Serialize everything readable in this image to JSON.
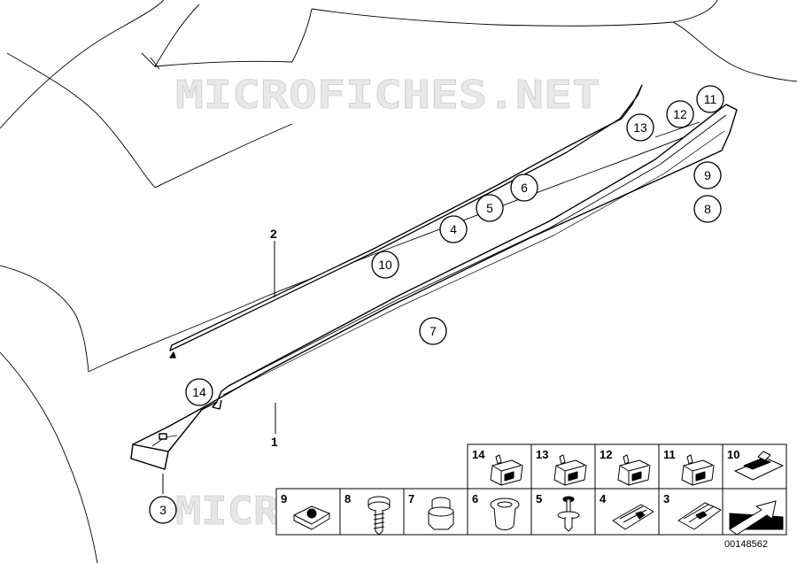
{
  "watermark": "MICROFICHES.NET",
  "diagram_id": "00148562",
  "main_callouts": {
    "c1": "1",
    "c2": "2",
    "c3": "3",
    "c4": "4",
    "c5": "5",
    "c6": "6",
    "c7": "7",
    "c8": "8",
    "c9": "9",
    "c10": "10",
    "c11": "11",
    "c12": "12",
    "c13": "13",
    "c14": "14"
  },
  "legend": {
    "top_row": [
      "14",
      "13",
      "12",
      "11",
      "10"
    ],
    "bottom_row": [
      "9",
      "8",
      "7",
      "6",
      "5",
      "4",
      "3"
    ]
  },
  "icons": {
    "clip": "clip-icon",
    "plug": "plug-icon",
    "nut": "nut-icon",
    "screw": "screw-icon",
    "grommet": "grommet-icon",
    "rivet": "rivet-icon",
    "bracket": "bracket-icon",
    "nav_arrow": "arrow-icon"
  }
}
